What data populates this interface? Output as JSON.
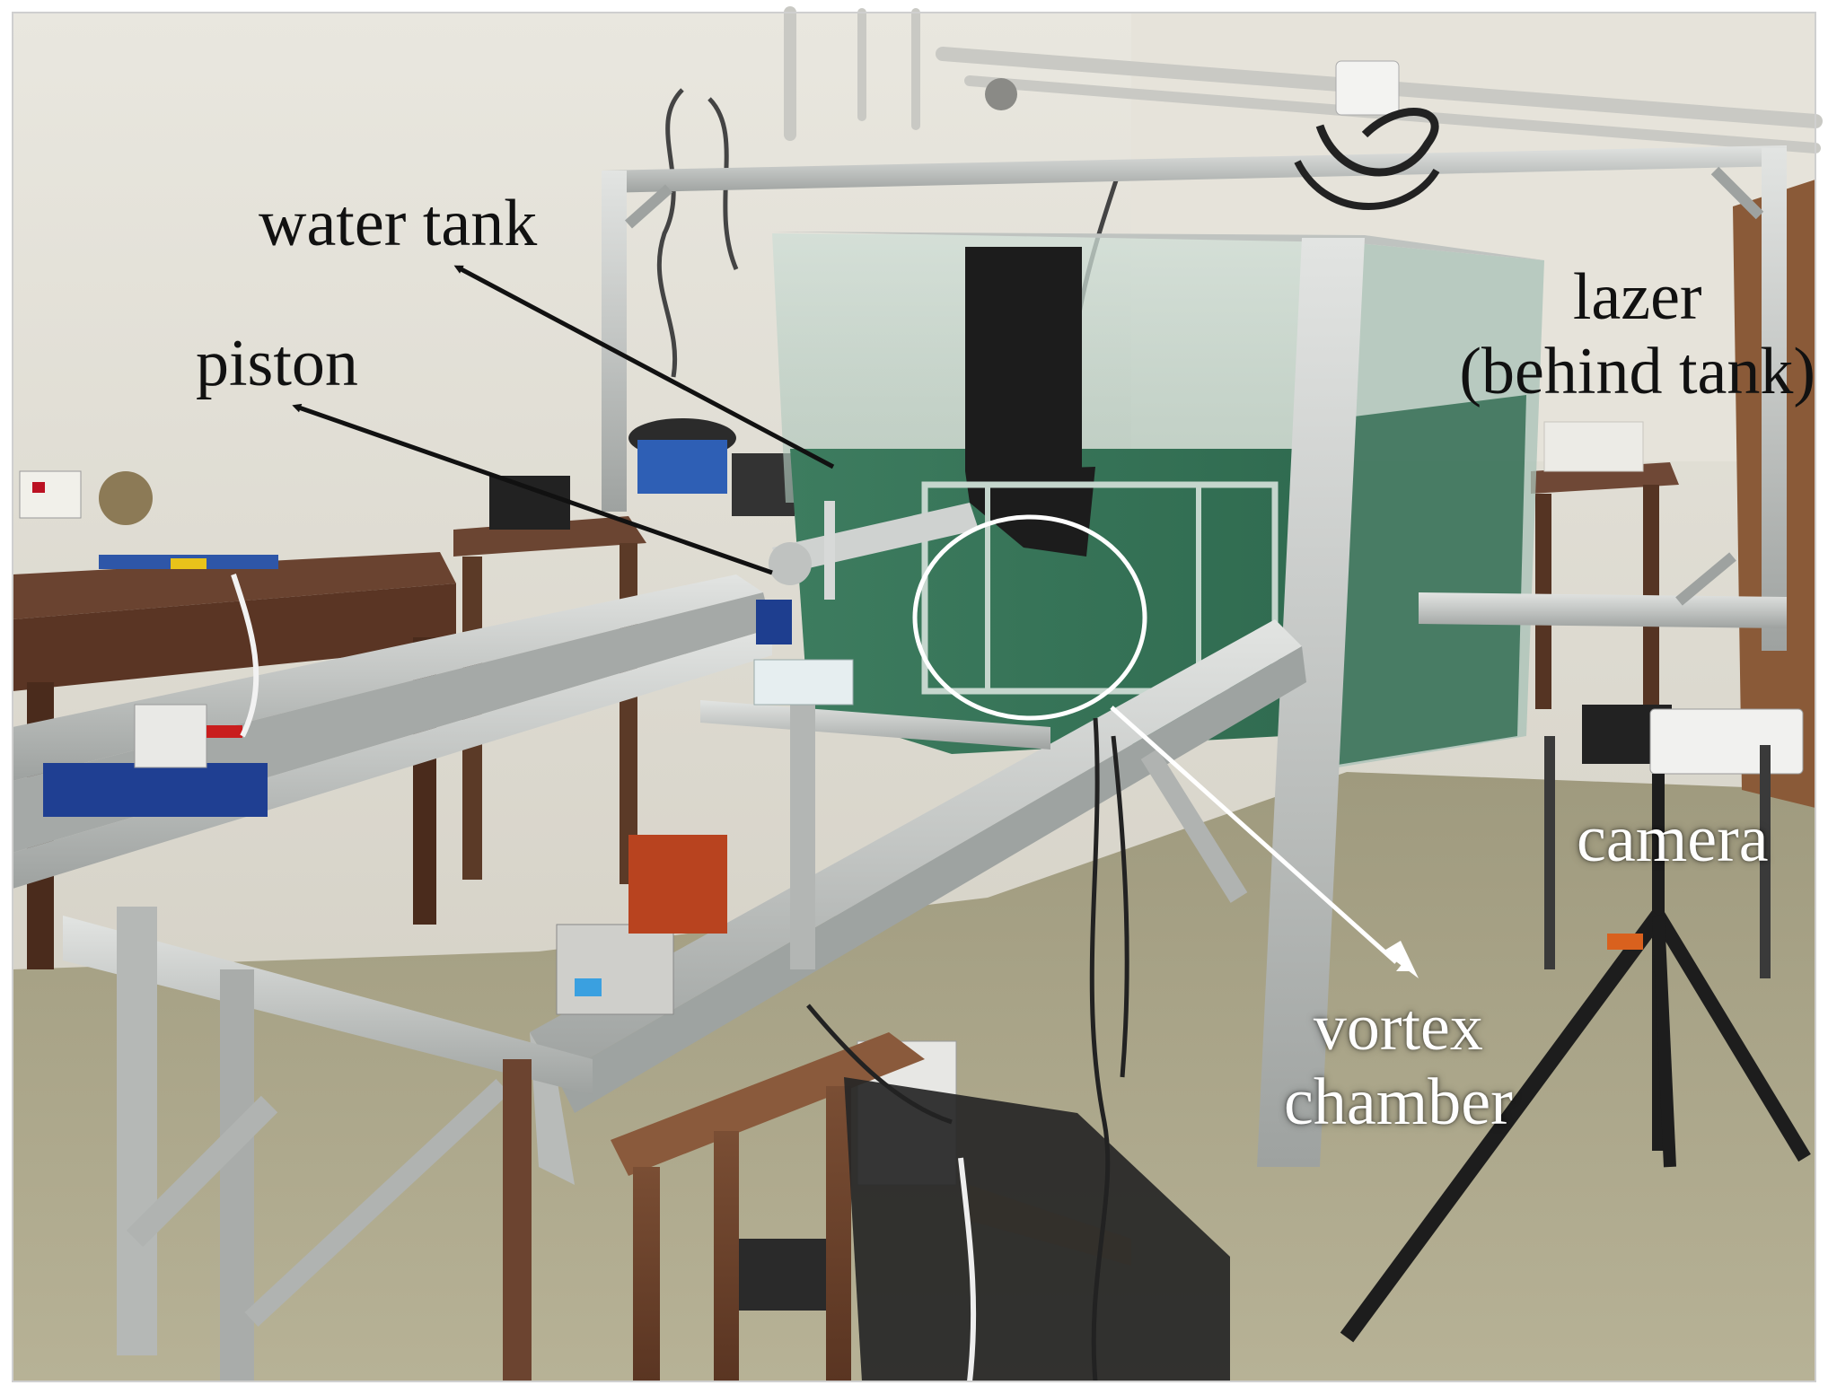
{
  "figure": {
    "labels": {
      "water_tank": "water tank",
      "piston": "piston",
      "lazer_line1": "lazer",
      "lazer_line2": "(behind tank)",
      "camera": "camera",
      "vortex_line1": "vortex",
      "vortex_line2": "chamber"
    }
  },
  "colors": {
    "background": "#ffffff",
    "wall": "#dedcd2",
    "tank_water": "#3e7a5e",
    "frame": "#c3c6c4",
    "floor": "#aca78c",
    "dark_label": "#111111",
    "light_label": "#ffffff"
  }
}
